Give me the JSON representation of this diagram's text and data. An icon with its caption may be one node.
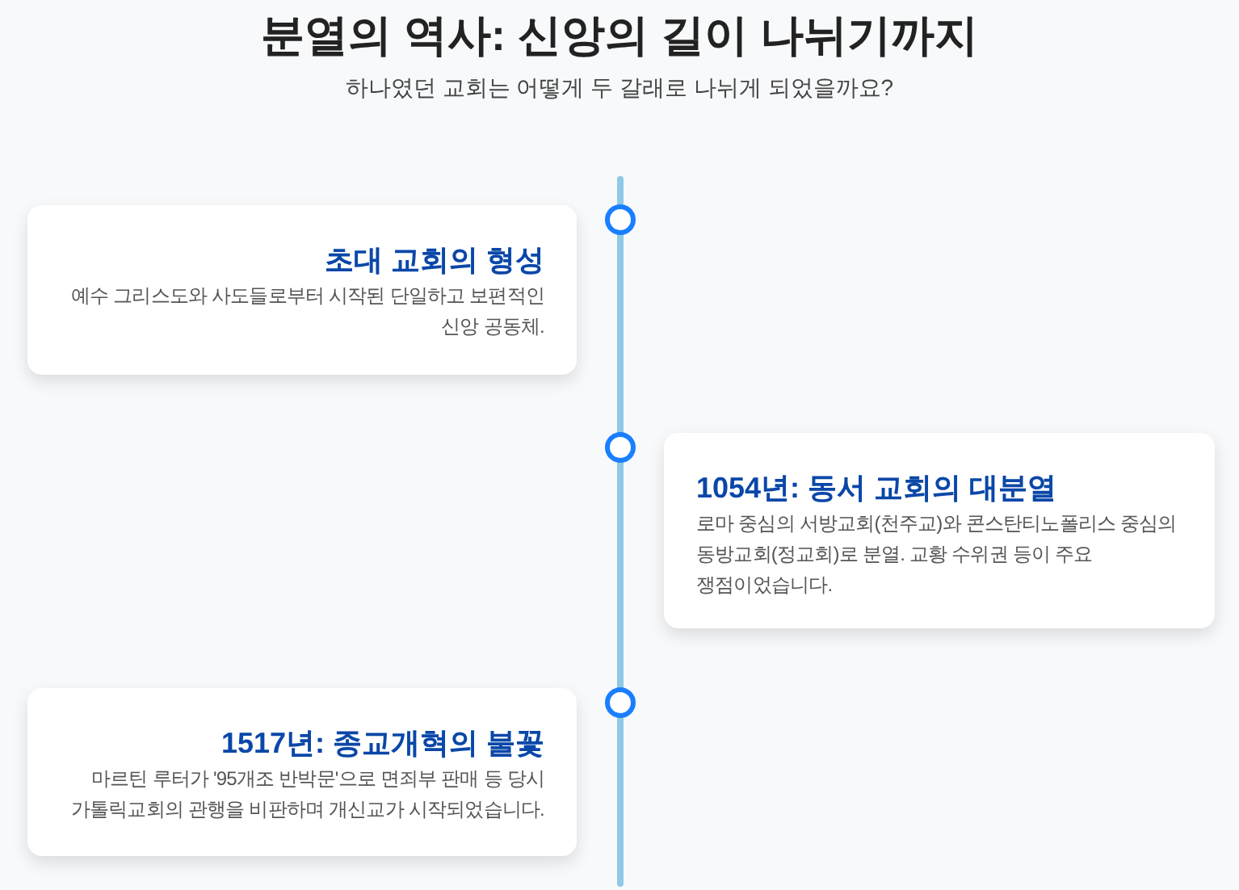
{
  "diagram": {
    "title": "분열의 역사: 신앙의 길이 나뉘기까지",
    "caption": "하나였던 교회는 어떻게 두 갈래로 나뉘게 되었을까요?",
    "nodes": [
      {
        "text": [
          "초대 교회의 형성",
          "예수 그리스도와 사도들로부터 시작된 단일하고 보편적인 신앙 공동체."
        ]
      },
      {
        "text": [
          "1054년: 동서 교회의 대분열",
          "로마 중심의 서방교회(천주교)와 콘스탄티노폴리스 중심의 동방교회(정교회)로 분열. 교황 수위권 등이 주요 쟁점이었습니다."
        ]
      },
      {
        "text": [
          "1517년: 종교개혁의 불꽃",
          "마르틴 루터가 '95개조 반박문'으로 면죄부 판매 등 당시 가톨릭교회의 관행을 비판하며 개신교가 시작되었습니다."
        ]
      }
    ]
  }
}
